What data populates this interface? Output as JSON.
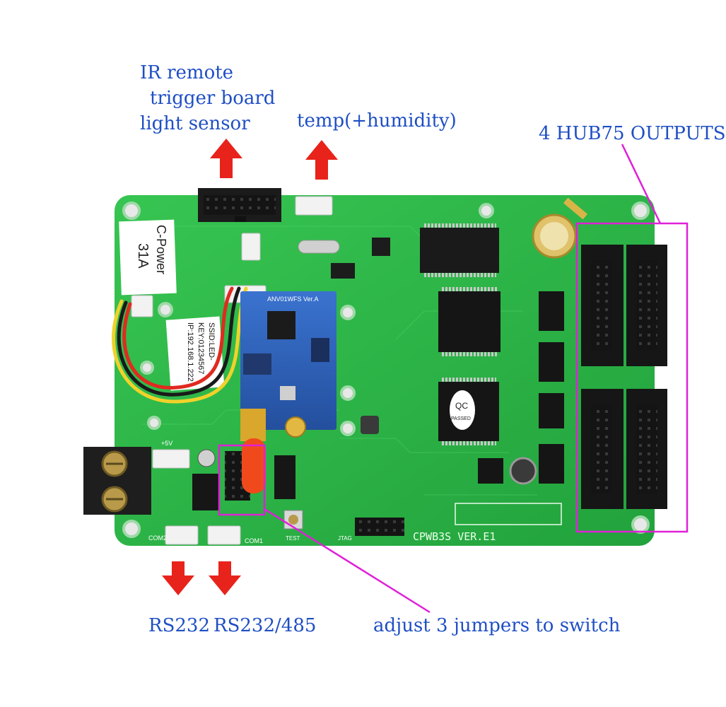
{
  "labels": {
    "ir_remote": "IR remote",
    "trigger_board": "trigger board",
    "light_sensor": "light sensor",
    "temp_humidity": "temp(+humidity)",
    "hub75_outputs": "4 HUB75 OUTPUTS",
    "rs232": "RS232",
    "rs232_485": "RS232/485",
    "jumpers": "adjust 3 jumpers to switch"
  },
  "board": {
    "model": "CPWB3S VER.E1",
    "wifi_module": "ANV01WFS Ver.A",
    "sticker_brand": "C-Power",
    "sticker_code": "31A",
    "sticker_line1": "SSID:LED-",
    "sticker_line2": "KEY:01234567",
    "sticker_line3": "IP:192.168.1.222",
    "qc_label": "QC",
    "qc_sub": "PASSED",
    "com2": "COM2",
    "com1": "COM1",
    "test": "TEST",
    "jtag": "JTAG",
    "power": "+5V"
  },
  "colors": {
    "label_blue": "#1f4fc4",
    "arrow_red": "#e8231b",
    "pcb_green": "#2fb84a",
    "highlight_magenta": "#e020d8",
    "module_blue": "#2c5fb8"
  }
}
